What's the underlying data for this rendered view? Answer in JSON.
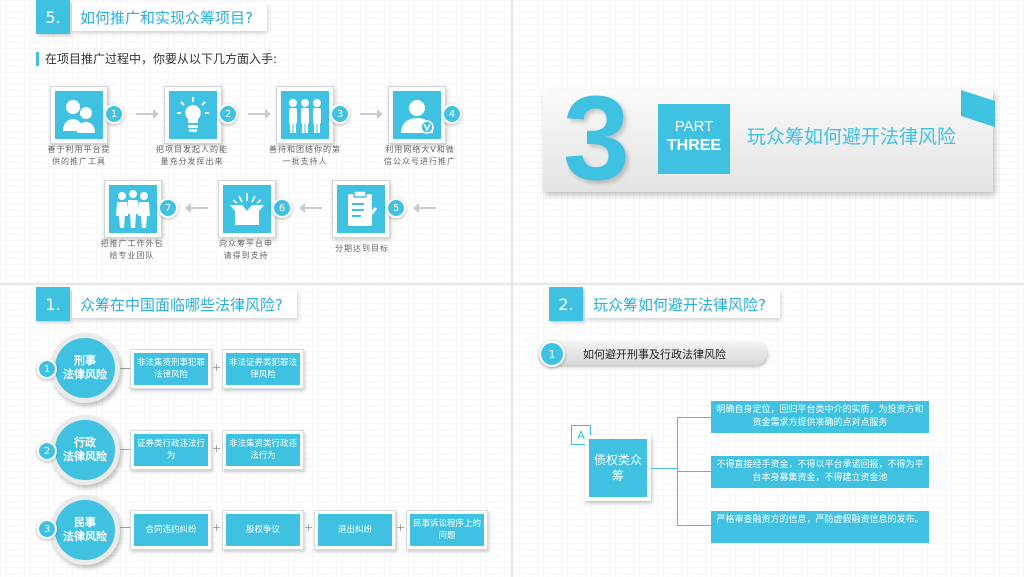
{
  "slide1": {
    "num": "5.",
    "title": "如何推广和实现众筹项目?",
    "intro": "在项目推广过程中，你要从以下几方面入手:",
    "steps": [
      {
        "n": "1",
        "icon": "people-chat-icon",
        "l1": "善于利用平台提",
        "l2": "供的推广工具"
      },
      {
        "n": "2",
        "icon": "lightbulb-icon",
        "l1": "把项目发起人的能",
        "l2": "量充分发挥出来"
      },
      {
        "n": "3",
        "icon": "team-icon",
        "l1": "善待和团结你的第",
        "l2": "一批支持人"
      },
      {
        "n": "4",
        "icon": "vip-user-icon",
        "l1": "利用网络大V和微",
        "l2": "信公众号进行推广"
      },
      {
        "n": "5",
        "icon": "clipboard-check-icon",
        "l1": "分期达到目标",
        "l2": ""
      },
      {
        "n": "6",
        "icon": "open-box-icon",
        "l1": "向众筹平台申",
        "l2": "请得到支持"
      },
      {
        "n": "7",
        "icon": "business-team-icon",
        "l1": "把推广工作外包",
        "l2": "给专业团队"
      }
    ]
  },
  "slide2": {
    "big_number": "3",
    "part": "PART",
    "part_word": "THREE",
    "title": "玩众筹如何避开法律风险"
  },
  "slide3": {
    "num": "1.",
    "title": "众筹在中国面临哪些法律风险?",
    "rows": [
      {
        "n": "1",
        "c1": "刑事",
        "c2": "法律风险",
        "items": [
          "非法集资刑事犯罪法律风险",
          "非法证券类犯罪法律风险"
        ]
      },
      {
        "n": "2",
        "c1": "行政",
        "c2": "法律风险",
        "items": [
          "证券类行政违法行为",
          "非法集资类行政违法行为"
        ]
      },
      {
        "n": "3",
        "c1": "民事",
        "c2": "法律风险",
        "items": [
          "合同违约纠纷",
          "股权争议",
          "退出纠纷",
          "民事诉讼程序上的问题"
        ]
      }
    ]
  },
  "slide4": {
    "num": "2.",
    "title": "玩众筹如何避开法律风险?",
    "pill_num": "1",
    "pill_text": "如何避开刑事及行政法律风险",
    "a_label": "A",
    "center": "债权类众筹",
    "points": [
      "明确自身定位，回归平台类中介的实质，为投资方和资金需求方提供准确的点对点服务",
      "不得直接经手资金，不得以平台承诺回报，不得为平台本身募集资金，不得建立资金池",
      "严格审查融资方的信息，严防虚假融资信息的发布。"
    ]
  }
}
